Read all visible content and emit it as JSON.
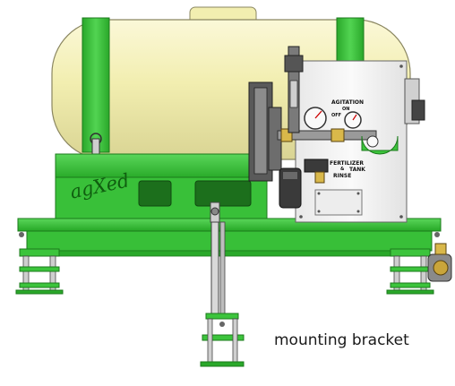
{
  "diagram": {
    "caption": "mounting bracket",
    "brand_logo_text": "agXed",
    "panel_labels": {
      "agitation": "AGITATION",
      "on": "ON",
      "off": "OFF",
      "fertilizer": "FERTILIZER",
      "amp": "&",
      "tank": "TANK",
      "rinse": "RINSE"
    }
  },
  "colors": {
    "frame_green": "#3cc43c",
    "frame_green_dark": "#1e8f1e",
    "tank_cream": "#f4f0b8",
    "panel_white": "#f5f5f5",
    "background": "#ffffff"
  }
}
